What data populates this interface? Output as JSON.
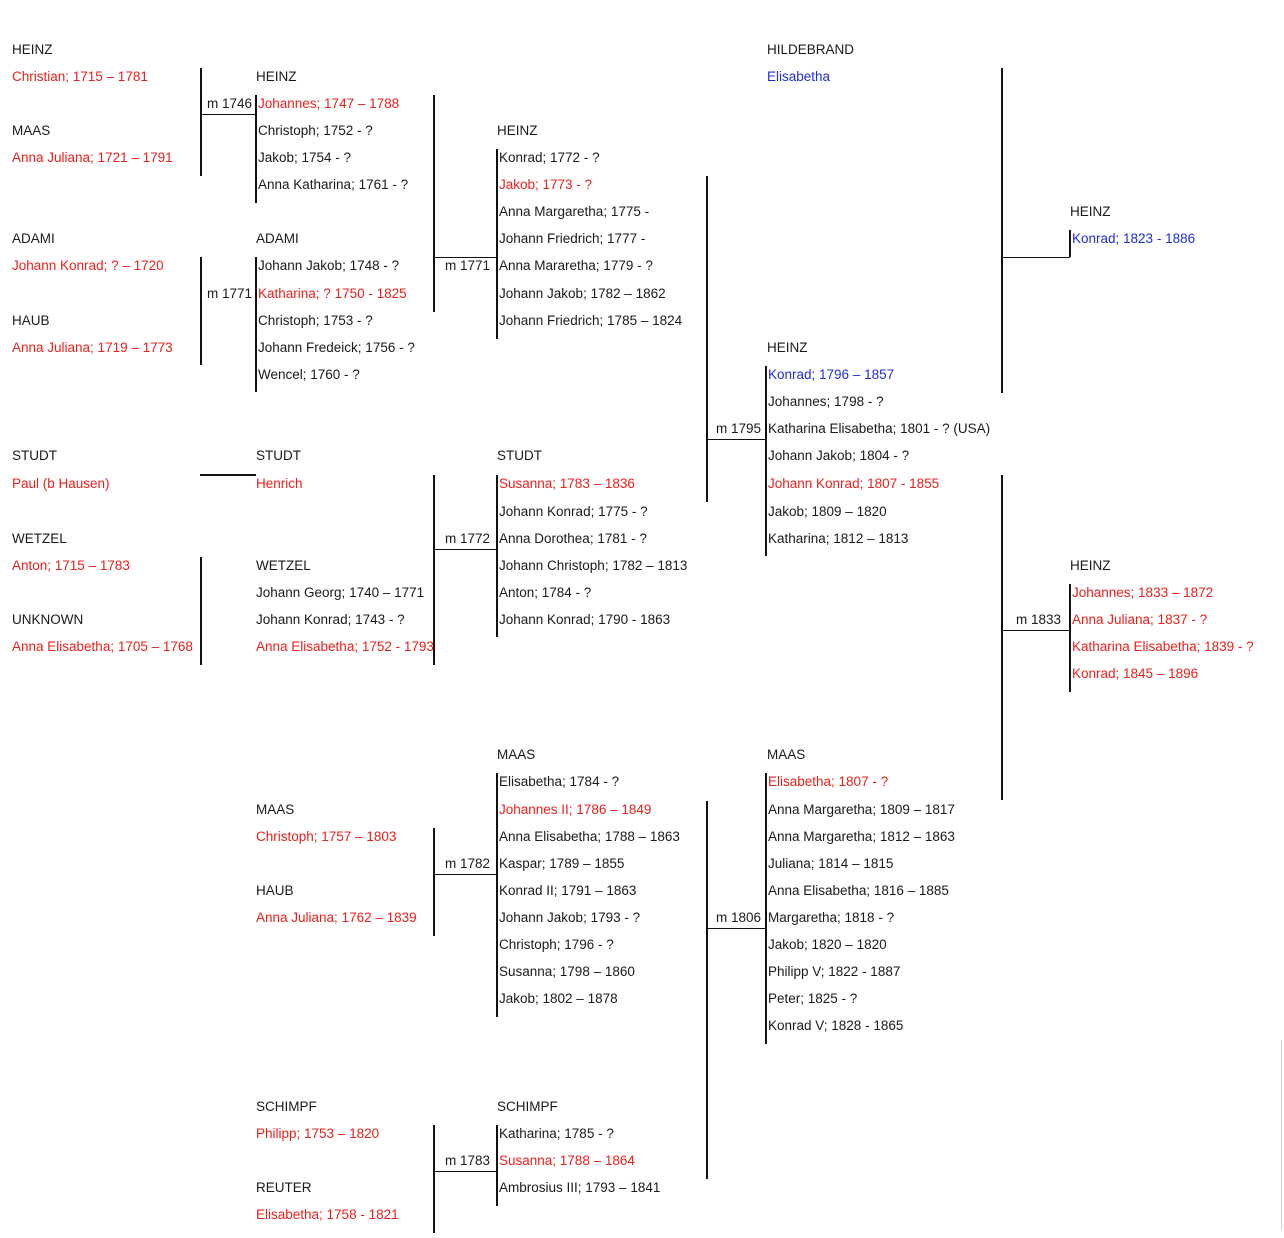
{
  "blocks": {
    "gp_heinz_maas": {
      "s1": "HEINZ",
      "p1": "Christian; 1715 – 1781",
      "s2": "MAAS",
      "p2": "Anna Juliana; 1721 – 1791",
      "m": "m 1746"
    },
    "gp_adami_haub": {
      "s1": "ADAMI",
      "p1": "Johann Konrad; ? – 1720",
      "s2": "HAUB",
      "p2": "Anna Juliana; 1719 – 1773",
      "m": "m 1771"
    },
    "gp_studt_wetzel": {
      "s1": "STUDT",
      "p1": "Paul (b Hausen)",
      "s2": "WETZEL",
      "p2": "Anton; 1715 – 1783",
      "s3": "UNKNOWN",
      "p3": "Anna Elisabetha; 1705 – 1768"
    },
    "heinz_children": {
      "surname": "HEINZ",
      "items": [
        "Johannes; 1747 – 1788",
        "Christoph; 1752 - ?",
        "Jakob; 1754 - ?",
        "Anna Katharina; 1761 - ?"
      ]
    },
    "adami_children": {
      "surname": "ADAMI",
      "items": [
        "Johann Jakob; 1748 - ?",
        "Katharina; ? 1750 - 1825",
        "Christoph; 1753 - ?",
        "Johann Fredeick; 1756 - ?",
        "Wencel; 1760 - ?"
      ]
    },
    "studt_child": {
      "surname": "STUDT",
      "items": [
        "Henrich"
      ]
    },
    "wetzel_children": {
      "surname": "WETZEL",
      "items": [
        "Johann Georg; 1740 – 1771",
        "Johann Konrad; 1743 - ?",
        "Anna Elisabetha; 1752 - 1793"
      ]
    },
    "maas_haub": {
      "s1": "MAAS",
      "p1": "Christoph; 1757 – 1803",
      "s2": "HAUB",
      "p2": "Anna Juliana; 1762 – 1839",
      "m": "m 1782"
    },
    "schimpf_reuter": {
      "s1": "SCHIMPF",
      "p1": "Philipp; 1753 – 1820",
      "s2": "REUTER",
      "p2": "Elisabetha; 1758 - 1821",
      "m": "m 1783"
    },
    "heinz2": {
      "surname": "HEINZ",
      "m": "m 1771",
      "items": [
        "Konrad; 1772 - ?",
        "Jakob; 1773 - ?",
        "Anna Margaretha; 1775 -",
        "Johann Friedrich; 1777 -",
        "Anna Mararetha; 1779 - ?",
        "Johann Jakob; 1782 – 1862",
        "Johann Friedrich; 1785 – 1824"
      ]
    },
    "studt2": {
      "surname": "STUDT",
      "m": "m 1772",
      "items": [
        "Susanna; 1783 – 1836",
        "Johann Konrad; 1775 - ?",
        "Anna Dorothea; 1781 - ?",
        "Johann Christoph; 1782 – 1813",
        "Anton; 1784 - ?",
        "Johann Konrad; 1790 - 1863"
      ]
    },
    "maas2": {
      "surname": "MAAS",
      "items": [
        "Elisabetha; 1784 - ?",
        "Johannes II; 1786 – 1849",
        "Anna Elisabetha; 1788 – 1863",
        "Kaspar; 1789 – 1855",
        "Konrad II; 1791 – 1863",
        "Johann Jakob; 1793 - ?",
        "Christoph; 1796 - ?",
        "Susanna; 1798 – 1860",
        "Jakob; 1802 – 1878"
      ]
    },
    "schimpf2": {
      "surname": "SCHIMPF",
      "items": [
        "Katharina; 1785 - ?",
        "Susanna; 1788 – 1864",
        "Ambrosius III; 1793 – 1841"
      ]
    },
    "hildebrand": {
      "surname": "HILDEBRAND",
      "items": [
        "Elisabetha"
      ]
    },
    "heinz3": {
      "surname": "HEINZ",
      "m": "m 1795",
      "items": [
        "Konrad; 1796 – 1857",
        "Johannes; 1798 - ?",
        "Katharina Elisabetha; 1801 - ? (USA)",
        "Johann Jakob; 1804 - ?",
        "Johann Konrad; 1807 - 1855",
        "Jakob; 1809 – 1820",
        "Katharina; 1812 – 1813"
      ]
    },
    "maas3": {
      "surname": "MAAS",
      "m": "m 1806",
      "items": [
        "Elisabetha; 1807 - ?",
        "Anna Margaretha; 1809 – 1817",
        "Anna Margaretha; 1812 – 1863",
        "Juliana; 1814 – 1815",
        "Anna Elisabetha; 1816 – 1885",
        "Margaretha; 1818 - ?",
        "Jakob; 1820 – 1820",
        "Philipp V; 1822 - 1887",
        "Peter; 1825 - ?",
        "Konrad V; 1828 - 1865"
      ]
    },
    "heinz4": {
      "surname": "HEINZ",
      "items": [
        "Konrad; 1823 - 1886"
      ]
    },
    "heinz5": {
      "surname": "HEINZ",
      "m": "m 1833",
      "items": [
        "Johannes; 1833 – 1872",
        "Anna Juliana; 1837 - ?",
        "Katharina Elisabetha; 1839 - ?",
        "Konrad; 1845 – 1896"
      ]
    }
  }
}
